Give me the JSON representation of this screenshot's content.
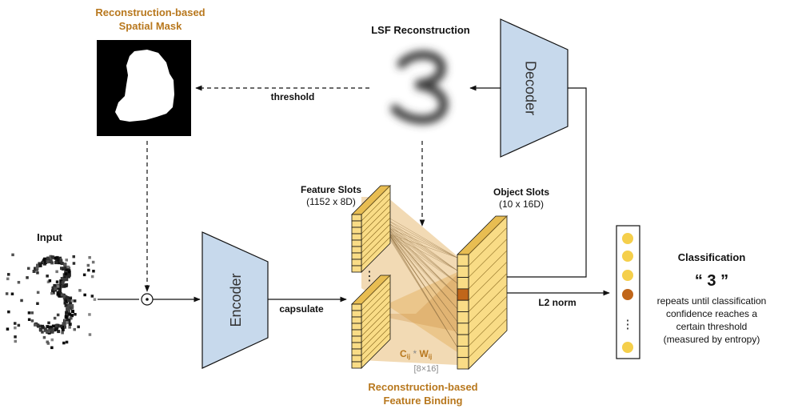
{
  "labels": {
    "mask_title_1": "Reconstruction-based",
    "mask_title_2": "Spatial Mask",
    "lsf_title": "LSF Reconstruction",
    "threshold": "threshold",
    "decoder": "Decoder",
    "encoder": "Encoder",
    "input": "Input",
    "capsulate": "capsulate",
    "feature_slots": "Feature Slots",
    "feature_slots_dim": "(1152 x 8D)",
    "object_slots": "Object Slots",
    "object_slots_dim": "(10 x 16D)",
    "l2_norm": "L2 norm",
    "classification": "Classification",
    "class_result": "“ 3 ”",
    "repeat_1": "repeats until classification",
    "repeat_2": "confidence reaches a",
    "repeat_3": "certain threshold",
    "repeat_4": "(measured by entropy)",
    "binding_1": "Reconstruction-based",
    "binding_2": "Feature Binding",
    "formula_c": "C",
    "formula_ij_1": "ij",
    "formula_star": " * ",
    "formula_w": "W",
    "formula_ij_2": "ij",
    "matrix_dim": "[8×16]",
    "ellipsis": "⋮"
  },
  "colors": {
    "encoder_fill": "#c7d9ec",
    "slot_fill": "#f9dc86",
    "slot_dark": "#c8962f",
    "binding_fill": "#e3ad58",
    "highlight_orange": "#c0661a",
    "mid_orange": "#c98a3c",
    "accent_text": "#b8781e",
    "dot_yellow": "#f5cf4b"
  },
  "icons": {
    "combine": "hadamard-product-icon"
  }
}
